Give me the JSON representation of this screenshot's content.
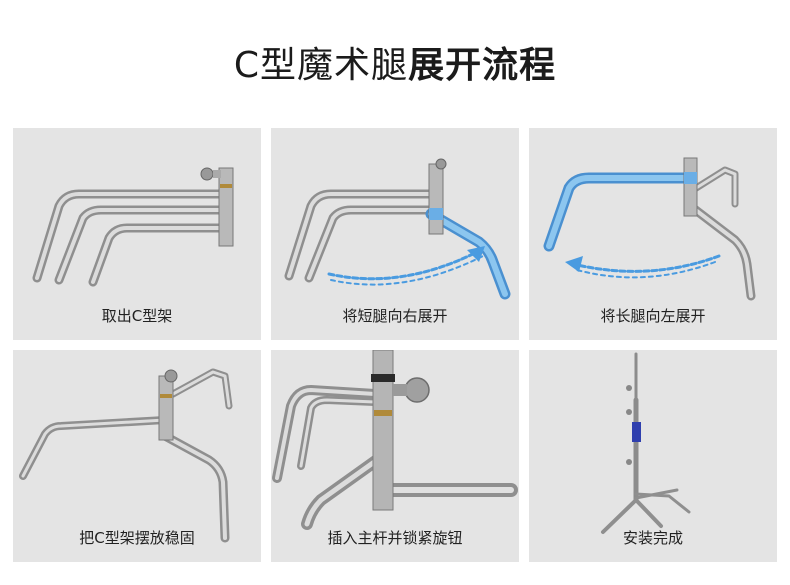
{
  "title": {
    "light": "C型魔术腿",
    "bold": "展开流程"
  },
  "steps": [
    {
      "caption": "取出C型架"
    },
    {
      "caption": "将短腿向右展开"
    },
    {
      "caption": "将长腿向左展开"
    },
    {
      "caption": "把C型架摆放稳固"
    },
    {
      "caption": "插入主杆并锁紧旋钮"
    },
    {
      "caption": "安装完成"
    }
  ],
  "colors": {
    "panel_bg": "#e4e4e4",
    "highlight": "#5aa9e6",
    "arrow": "#4a9be0",
    "band": "#2f3fae"
  }
}
